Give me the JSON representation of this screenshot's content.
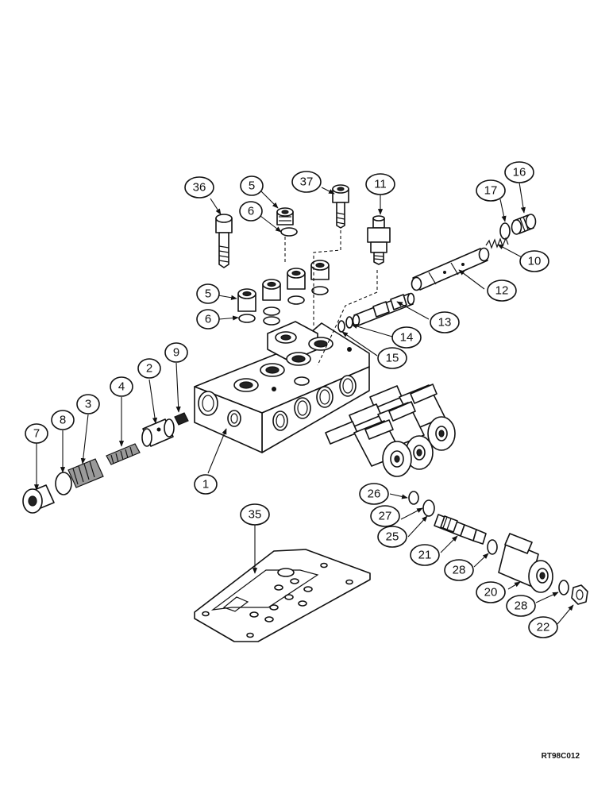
{
  "diagram": {
    "callouts": [
      "1",
      "2",
      "3",
      "4",
      "5",
      "5",
      "6",
      "6",
      "7",
      "8",
      "9",
      "10",
      "11",
      "12",
      "13",
      "14",
      "15",
      "16",
      "17",
      "20",
      "21",
      "22",
      "25",
      "26",
      "27",
      "28",
      "28",
      "35",
      "36",
      "37"
    ],
    "drawing_code": "RT98C012"
  }
}
